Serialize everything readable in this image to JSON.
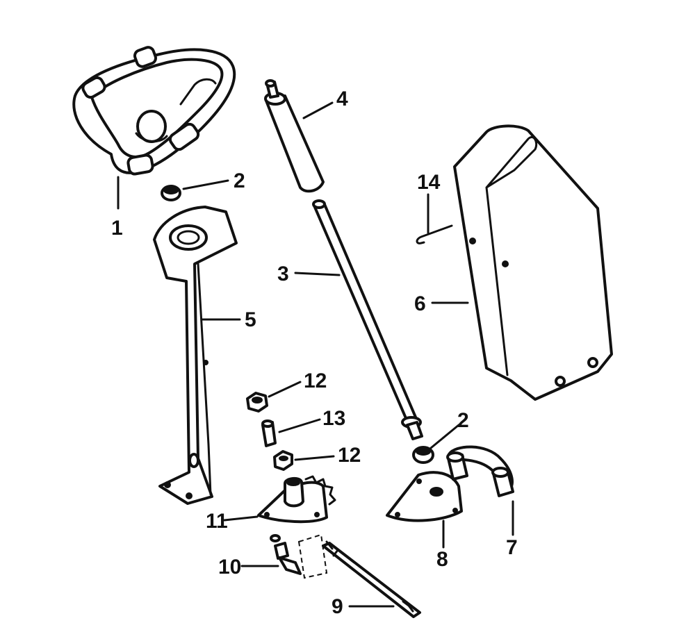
{
  "callouts": {
    "c1": "1",
    "c2a": "2",
    "c2b": "2",
    "c3": "3",
    "c4": "4",
    "c5": "5",
    "c6": "6",
    "c7": "7",
    "c8": "8",
    "c9": "9",
    "c10": "10",
    "c11": "11",
    "c12a": "12",
    "c12b": "12",
    "c13": "13",
    "c14": "14"
  }
}
